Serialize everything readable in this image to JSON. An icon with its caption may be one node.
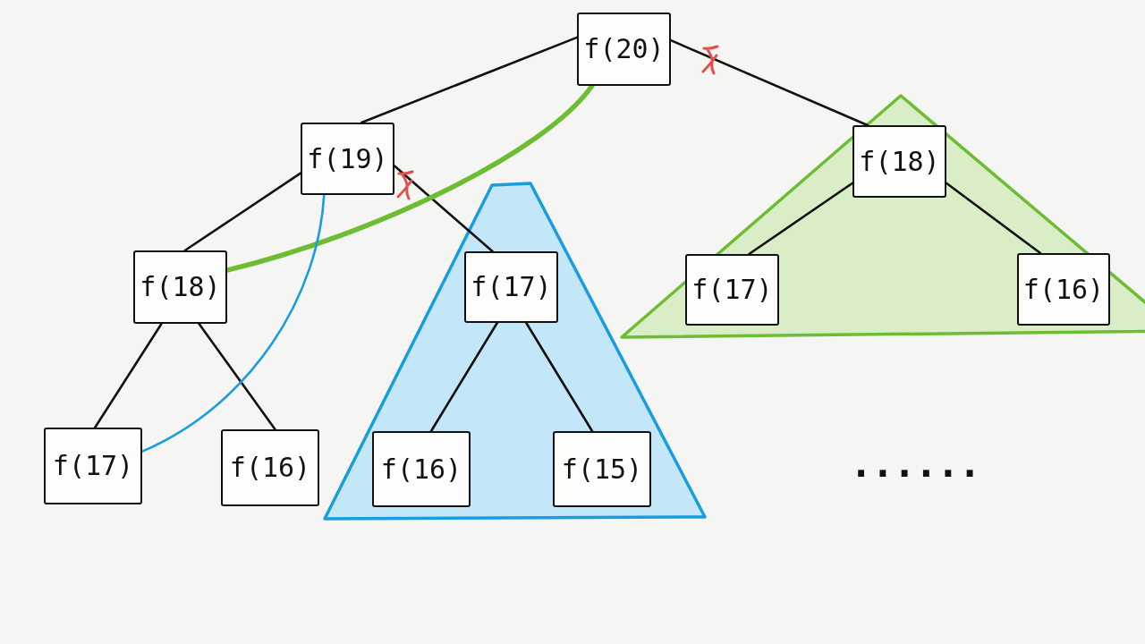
{
  "diagram": {
    "nodes": [
      {
        "text": [
          "f(20)"
        ]
      },
      {
        "text": [
          "f(19)"
        ]
      },
      {
        "text": [],
        "shape": "triangle"
      },
      {
        "text": [
          "f(18)"
        ],
        "in": 2
      },
      {
        "text": [],
        "shape": "triangle"
      },
      {
        "text": [
          "f(18)"
        ]
      },
      {
        "text": [
          "f(17)"
        ],
        "in": 4
      },
      {
        "text": [
          "f(17)"
        ],
        "in": 2
      },
      {
        "text": [
          "f(16)"
        ],
        "in": 2
      },
      {
        "text": [
          "f(17)"
        ]
      },
      {
        "text": [
          "f(16)"
        ]
      },
      {
        "text": [
          "f(16)"
        ],
        "in": 4
      },
      {
        "text": [
          "f(15)"
        ],
        "in": 4
      }
    ],
    "edges": [
      {
        "from": 0,
        "to": 1,
        "arrow": "none"
      },
      {
        "from": 0,
        "to": 3,
        "arrow": "none"
      },
      {
        "from": 1,
        "to": 5,
        "arrow": "none"
      },
      {
        "from": 1,
        "to": 6,
        "arrow": "none"
      },
      {
        "from": 3,
        "to": 7,
        "arrow": "none"
      },
      {
        "from": 3,
        "to": 8,
        "arrow": "none"
      },
      {
        "from": 5,
        "to": 9,
        "arrow": "none"
      },
      {
        "from": 5,
        "to": 10,
        "arrow": "none"
      },
      {
        "from": 6,
        "to": 11,
        "arrow": "none"
      },
      {
        "from": 6,
        "to": 12,
        "arrow": "none"
      },
      {
        "from": 0,
        "to": 5,
        "arrow": "none",
        "style": "thick",
        "color": "#6dbd33"
      },
      {
        "from": 1,
        "to": 9,
        "arrow": "none",
        "color": "#1a9ddf"
      }
    ],
    "labels": [
      "......"
    ]
  }
}
